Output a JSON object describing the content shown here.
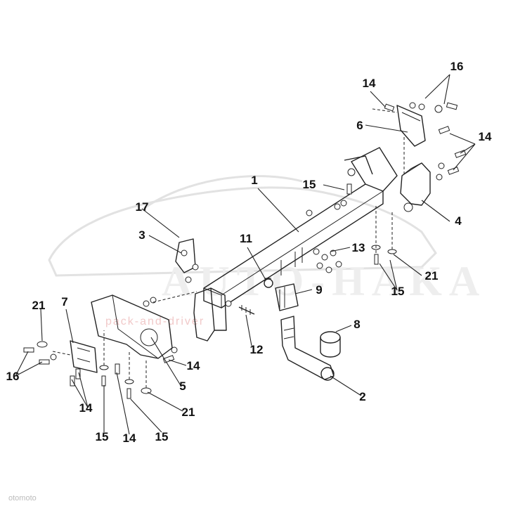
{
  "watermark": {
    "brand": "AUTO-HAKA",
    "tagline": "pack-and-driver"
  },
  "credit": "otomoto",
  "callouts": [
    {
      "id": "c16a",
      "label": "16"
    },
    {
      "id": "c14a",
      "label": "14"
    },
    {
      "id": "c6",
      "label": "6"
    },
    {
      "id": "c14b",
      "label": "14"
    },
    {
      "id": "c1",
      "label": "1"
    },
    {
      "id": "c15a",
      "label": "15"
    },
    {
      "id": "c17",
      "label": "17"
    },
    {
      "id": "c4",
      "label": "4"
    },
    {
      "id": "c3",
      "label": "3"
    },
    {
      "id": "c11",
      "label": "11"
    },
    {
      "id": "c13",
      "label": "13"
    },
    {
      "id": "c21a",
      "label": "21"
    },
    {
      "id": "c15b",
      "label": "15"
    },
    {
      "id": "c9",
      "label": "9"
    },
    {
      "id": "c7",
      "label": "7"
    },
    {
      "id": "c21b",
      "label": "21"
    },
    {
      "id": "c8",
      "label": "8"
    },
    {
      "id": "c12",
      "label": "12"
    },
    {
      "id": "c16b",
      "label": "16"
    },
    {
      "id": "c14c",
      "label": "14"
    },
    {
      "id": "c5",
      "label": "5"
    },
    {
      "id": "c2",
      "label": "2"
    },
    {
      "id": "c14d",
      "label": "14"
    },
    {
      "id": "c21c",
      "label": "21"
    },
    {
      "id": "c15c",
      "label": "15"
    },
    {
      "id": "c14e",
      "label": "14"
    },
    {
      "id": "c15d",
      "label": "15"
    }
  ]
}
